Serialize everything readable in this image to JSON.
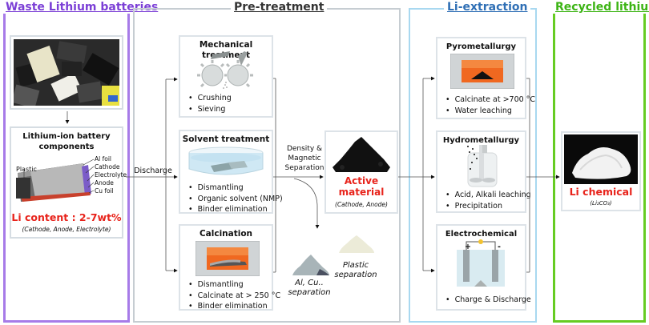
{
  "sections": {
    "waste": {
      "title": "Waste Lithium batteries",
      "color": "#a77be8"
    },
    "pretreatment": {
      "title": "Pre-treatment",
      "color": "#c6cdd2"
    },
    "li_extraction": {
      "title": "Li-extraction",
      "color": "#a8d8f0"
    },
    "recycled": {
      "title": "Recycled lithium",
      "color": "#66cc22"
    }
  },
  "battery_components": {
    "title": "Lithium-ion battery components",
    "layers": [
      "Al foil",
      "Cathode",
      "Electrolyte",
      "Anode",
      "Cu foil"
    ],
    "plastic_label": "Plastic",
    "li_content": "Li content : 2-7wt%",
    "li_content_note": "(Cathode, Anode, Electrolyte)"
  },
  "arrows": {
    "discharge": "Discharge",
    "separation": "Density & Magnetic Separation"
  },
  "pretreatment_steps": [
    {
      "title": "Mechanical treatment",
      "bullets": [
        "Crushing",
        "Sieving"
      ]
    },
    {
      "title": "Solvent treatment",
      "bullets": [
        "Dismantling",
        "Organic solvent (NMP)",
        "Binder elimination"
      ]
    },
    {
      "title": "Calcination",
      "bullets": [
        "Dismantling",
        "Calcinate at > 250 °C",
        "Binder elimination"
      ]
    }
  ],
  "active_material": {
    "title": "Active material",
    "note": "(Cathode, Anode)"
  },
  "byproducts": {
    "metal": "Al, Cu.. separation",
    "plastic": "Plastic separation"
  },
  "extraction_methods": [
    {
      "title": "Pyrometallurgy",
      "bullets": [
        "Calcinate at >700 °C",
        "Water leaching"
      ]
    },
    {
      "title": "Hydrometallurgy",
      "bullets": [
        "Acid, Alkali leaching",
        "Precipitation"
      ]
    },
    {
      "title": "Electrochemical",
      "bullets": [
        "Charge & Discharge"
      ],
      "plus": "+",
      "minus": "-"
    }
  ],
  "product": {
    "title": "Li chemical",
    "formula": "(Li₂CO₃)"
  }
}
